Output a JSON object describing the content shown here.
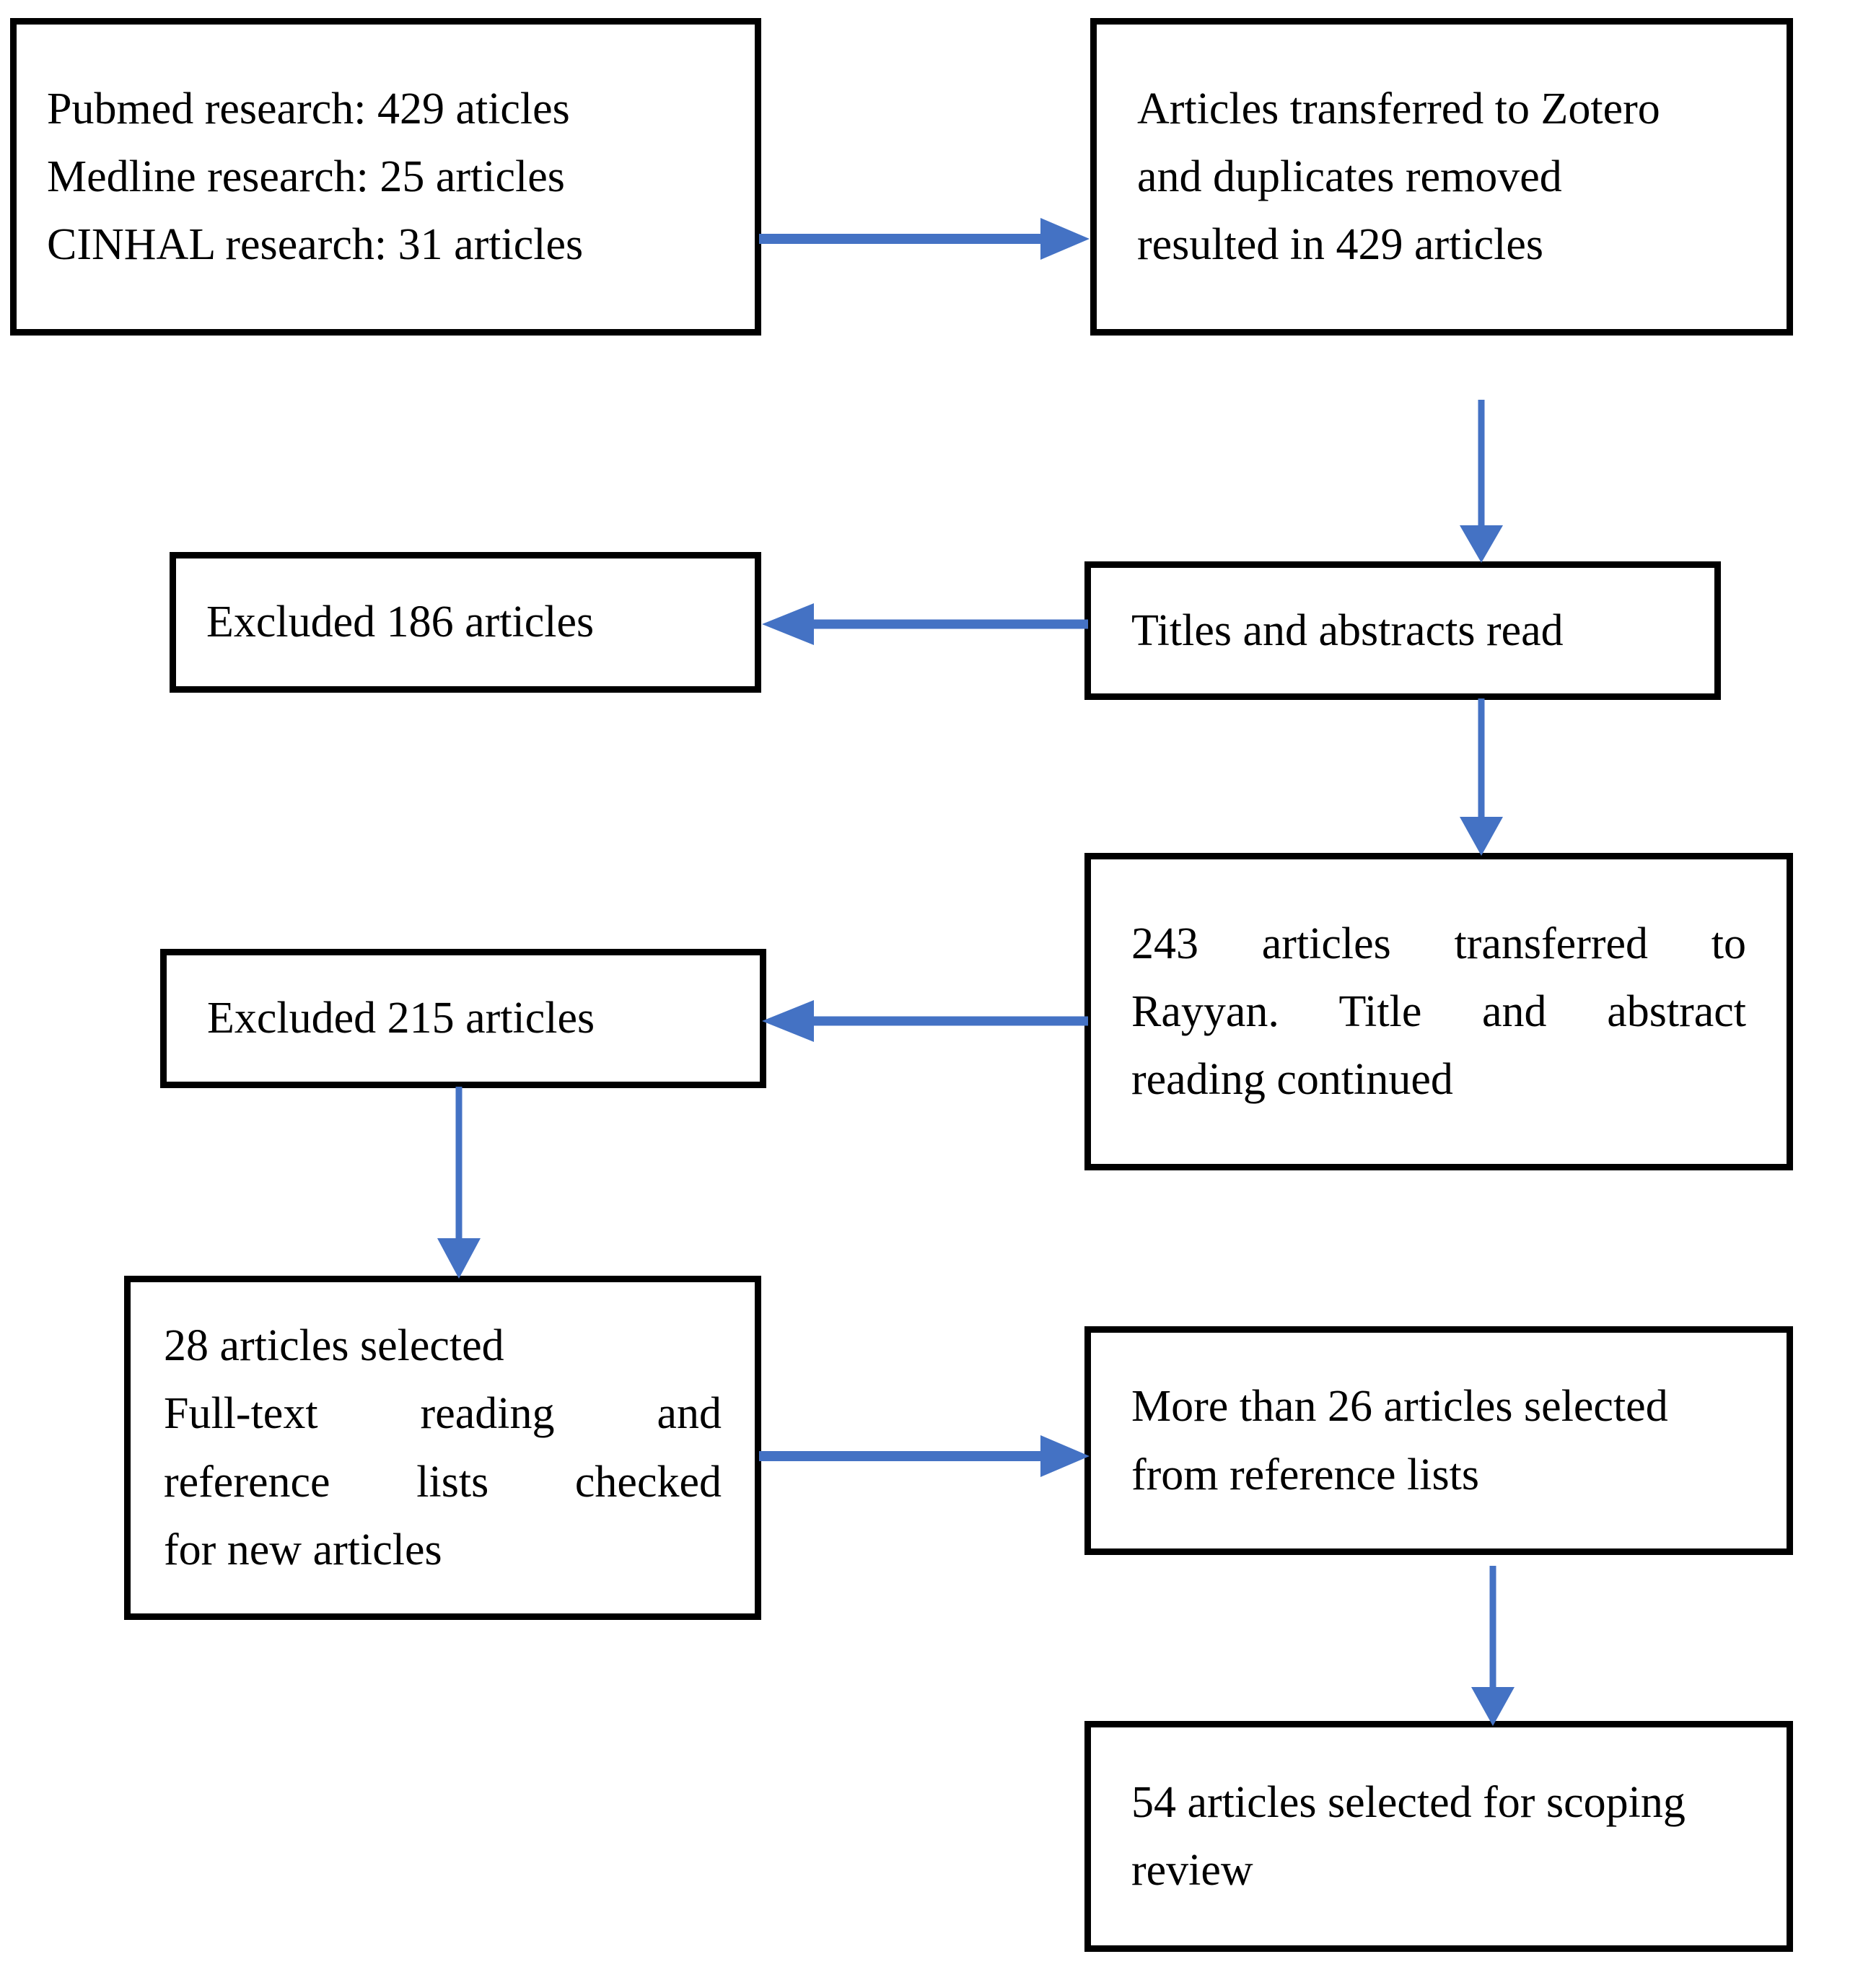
{
  "diagram": {
    "title": "Scoping review article selection flowchart",
    "accent_color": "#4472C4",
    "border_color": "#000000",
    "background_color": "#FFFFFF",
    "text_color": "#000000"
  },
  "nodes": {
    "sources": {
      "name": "database-search-results",
      "lines": [
        "Pubmed research: 429 aticles",
        "Medline research: 25 articles",
        "CINHAL research: 31 articles"
      ]
    },
    "zotero": {
      "name": "zotero-dedup",
      "lines": [
        "Articles transferred to Zotero",
        "and duplicates removed",
        "resulted in 429 articles"
      ]
    },
    "excluded186": {
      "name": "excluded-186",
      "lines": [
        "Excluded 186 articles"
      ]
    },
    "titles_read": {
      "name": "titles-abstracts-read",
      "lines": [
        "Titles and abstracts read"
      ]
    },
    "rayyan": {
      "name": "rayyan-transfer",
      "lines": [
        "243 articles transferred to",
        "Rayyan. Title and abstract",
        "reading continued"
      ]
    },
    "excluded215": {
      "name": "excluded-215",
      "lines": [
        "Excluded 215 articles"
      ]
    },
    "fulltext": {
      "name": "full-text-reading",
      "lines": [
        "28 articles selected",
        "Full-text reading and",
        "reference lists checked",
        "for new articles"
      ]
    },
    "reflists": {
      "name": "reference-list-additions",
      "lines": [
        "More than 26 articles selected",
        "from reference lists"
      ]
    },
    "final": {
      "name": "final-included",
      "lines": [
        "54 articles selected for scoping",
        "review"
      ]
    }
  },
  "arrows": [
    {
      "id": "a1",
      "name": "arrow-sources-to-zotero",
      "direction": "right",
      "from": "sources",
      "to": "zotero"
    },
    {
      "id": "a2",
      "name": "arrow-zotero-to-titles",
      "direction": "down",
      "from": "zotero",
      "to": "titles_read"
    },
    {
      "id": "a3",
      "name": "arrow-titles-to-excluded186",
      "direction": "left",
      "from": "titles_read",
      "to": "excluded186"
    },
    {
      "id": "a4",
      "name": "arrow-titles-to-rayyan",
      "direction": "down",
      "from": "titles_read",
      "to": "rayyan"
    },
    {
      "id": "a5",
      "name": "arrow-rayyan-to-excluded215",
      "direction": "left",
      "from": "rayyan",
      "to": "excluded215"
    },
    {
      "id": "a6",
      "name": "arrow-excluded215-to-fulltext",
      "direction": "down",
      "from": "excluded215",
      "to": "fulltext"
    },
    {
      "id": "a7",
      "name": "arrow-fulltext-to-reflists",
      "direction": "right",
      "from": "fulltext",
      "to": "reflists"
    },
    {
      "id": "a8",
      "name": "arrow-reflists-to-final",
      "direction": "down",
      "from": "reflists",
      "to": "final"
    }
  ],
  "chart_data": {
    "type": "diagram",
    "title": "PRISMA-style scoping review selection flow",
    "stages": [
      {
        "label": "Pubmed research",
        "value": 429,
        "unit": "articles"
      },
      {
        "label": "Medline research",
        "value": 25,
        "unit": "articles"
      },
      {
        "label": "CINHAL research",
        "value": 31,
        "unit": "articles"
      },
      {
        "label": "After duplicates removed (Zotero)",
        "value": 429,
        "unit": "articles"
      },
      {
        "label": "Excluded after titles and abstracts read",
        "value": 186,
        "unit": "articles"
      },
      {
        "label": "Transferred to Rayyan",
        "value": 243,
        "unit": "articles"
      },
      {
        "label": "Excluded in Rayyan",
        "value": 215,
        "unit": "articles"
      },
      {
        "label": "Selected for full-text reading",
        "value": 28,
        "unit": "articles"
      },
      {
        "label": "Added from reference lists",
        "value": 26,
        "unit": "articles"
      },
      {
        "label": "Included in scoping review",
        "value": 54,
        "unit": "articles"
      }
    ]
  }
}
